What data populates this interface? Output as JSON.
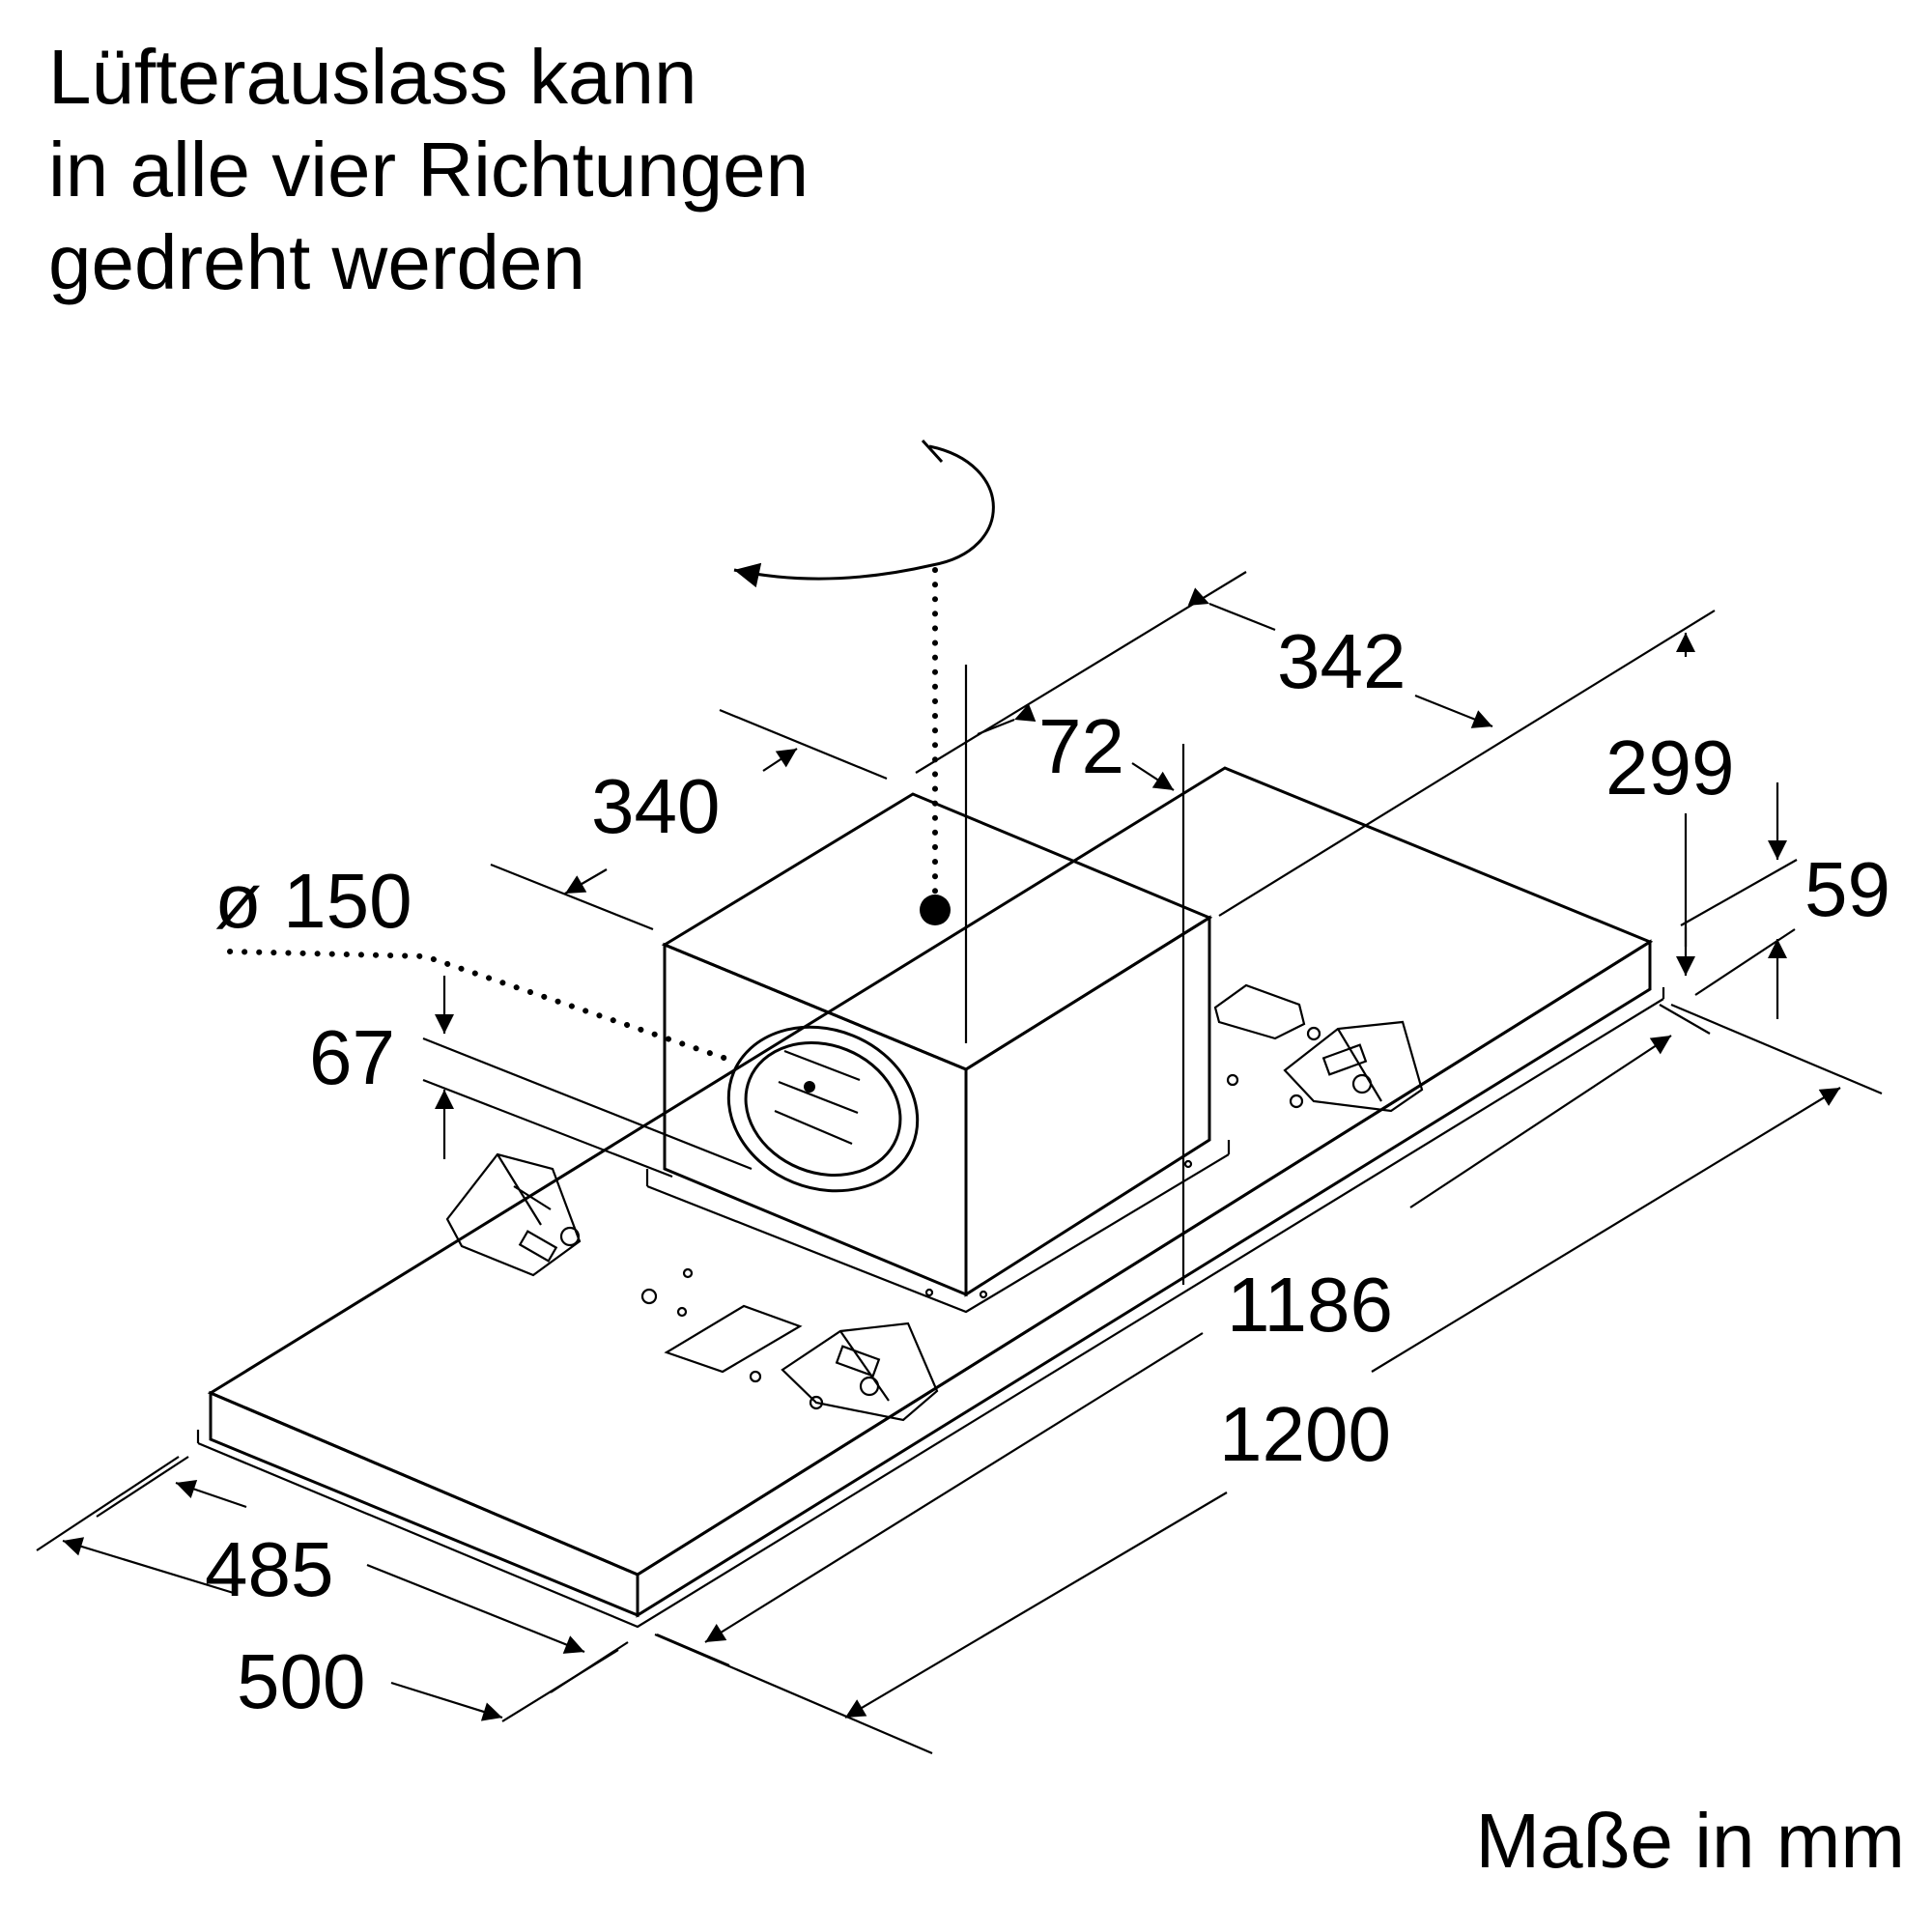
{
  "caption": {
    "lines": [
      "Lüfterauslass kann",
      "in alle vier Richtungen",
      "gedreht werden"
    ]
  },
  "unit_note": "Maße in mm",
  "dimensions": {
    "d342": "342",
    "d72": "72",
    "d340": "340",
    "d299": "299",
    "d59": "59",
    "d150": "ø 150",
    "d67": "67",
    "d1186": "1186",
    "d1200": "1200",
    "d485": "485",
    "d500": "500"
  }
}
